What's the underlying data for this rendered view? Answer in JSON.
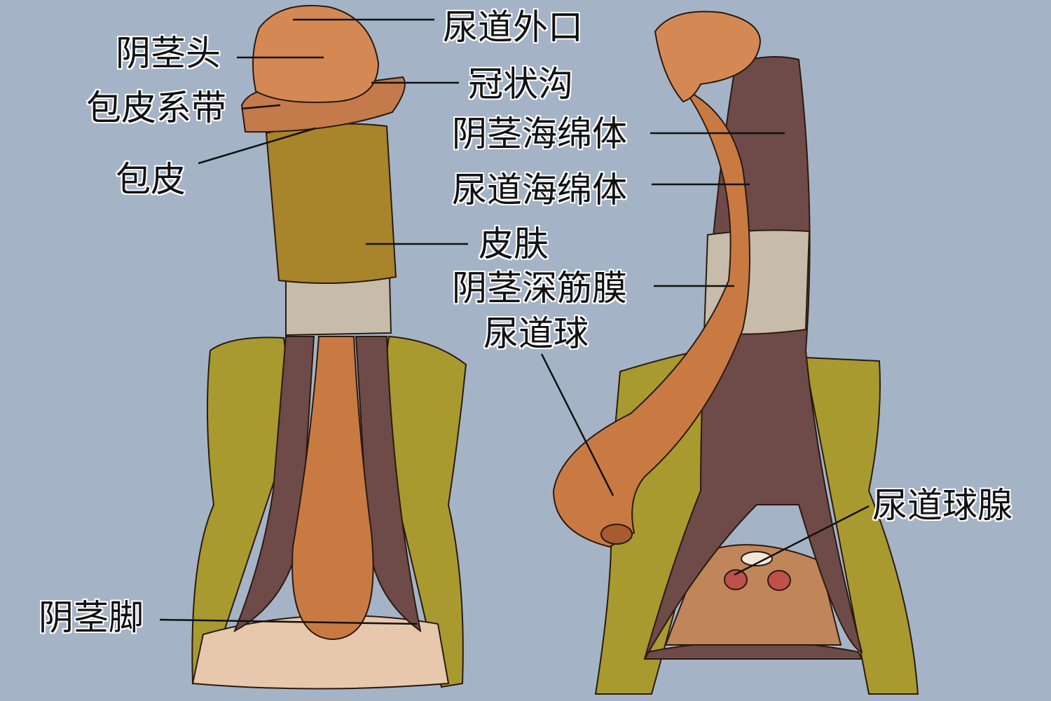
{
  "labels": {
    "external_urethral_orifice": "尿道外口",
    "glans": "阴茎头",
    "coronal_sulcus": "冠状沟",
    "frenulum": "包皮系带",
    "corpus_cavernosum": "阴茎海绵体",
    "prepuce": "包皮",
    "corpus_spongiosum": "尿道海绵体",
    "skin": "皮肤",
    "deep_fascia": "阴茎深筋膜",
    "bulb": "尿道球",
    "bulbourethral_gland": "尿道球腺",
    "crus": "阴茎脚"
  },
  "colors": {
    "background": "#a4b4c6",
    "olive": "#a89a2e",
    "cavernosum": "#6e4a48",
    "spongiosum": "#c97a43",
    "skin": "#a8842a",
    "fascia": "#c7bca9"
  }
}
